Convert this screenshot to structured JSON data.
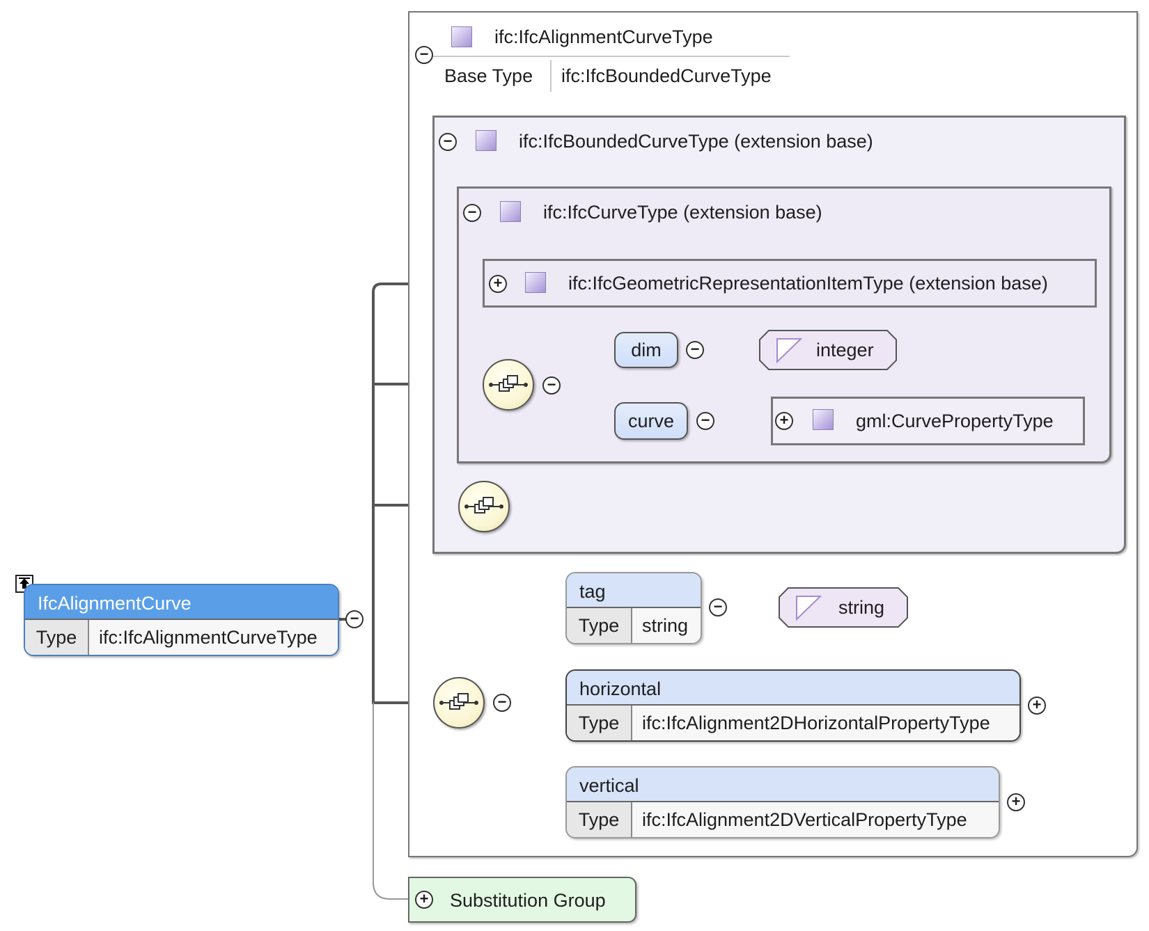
{
  "root_element": {
    "name": "IfcAlignmentCurve",
    "type_key": "Type",
    "type_value": "ifc:IfcAlignmentCurveType"
  },
  "complex_type": {
    "name": "ifc:IfcAlignmentCurveType",
    "base_key": "Base Type",
    "base_value": "ifc:IfcBoundedCurveType"
  },
  "bounded_curve": {
    "label": "ifc:IfcBoundedCurveType (extension base)"
  },
  "curve_type": {
    "label": "ifc:IfcCurveType (extension base)"
  },
  "geometric_item": {
    "label": "ifc:IfcGeometricRepresentationItemType (extension base)"
  },
  "curve_attrs": [
    {
      "name": "dim",
      "type": "integer"
    },
    {
      "name": "curve",
      "type": "gml:CurvePropertyType"
    }
  ],
  "children": [
    {
      "name": "tag",
      "type_key": "Type",
      "type_value": "string",
      "simple_type": "string"
    },
    {
      "name": "horizontal",
      "type_key": "Type",
      "type_value": "ifc:IfcAlignment2DHorizontalPropertyType"
    },
    {
      "name": "vertical",
      "type_key": "Type",
      "type_value": "ifc:IfcAlignment2DVerticalPropertyType"
    }
  ],
  "substitution_group": {
    "label": "Substitution Group"
  },
  "toggles": {
    "expanded": "−",
    "collapsed": "+"
  },
  "colors": {
    "root_header": "#5a9ee8",
    "element_fill": "#d6e3f8",
    "simple_type_fill": "#efe6f5",
    "sequence_fill": "#fbf6d4",
    "extension_fill": "#efecf6",
    "substitution_fill": "#e3f8e3"
  },
  "icons": {
    "complex_type": "complex-type-icon",
    "simple_type": "simple-type-icon",
    "sequence": "sequence-compositor-icon",
    "navigate_up": "navigate-up-icon"
  }
}
